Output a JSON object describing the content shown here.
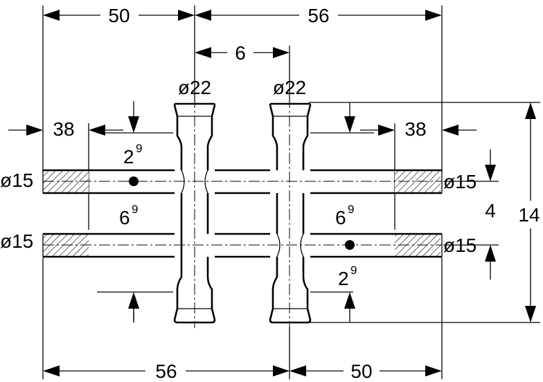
{
  "dimensions": {
    "top_left": "50",
    "top_right": "56",
    "center_gap": "6",
    "left_38": "38",
    "right_38": "38",
    "bottom_left": "56",
    "bottom_right": "50",
    "right_14": "14",
    "right_4": "4",
    "left_branch_upper": {
      "base": "2",
      "sup": "9"
    },
    "left_branch_lower": {
      "base": "6",
      "sup": "9"
    },
    "right_branch_upper": {
      "base": "6",
      "sup": "9"
    },
    "right_branch_lower": {
      "base": "2",
      "sup": "9"
    }
  },
  "diameters": {
    "left_vertical": "ø22",
    "right_vertical": "ø22",
    "top_left_pipe": "ø15",
    "bottom_left_pipe": "ø15",
    "top_right_pipe": "ø15",
    "bottom_right_pipe": "ø15"
  },
  "colors": {
    "line": "#000000",
    "background": "#ffffff"
  }
}
